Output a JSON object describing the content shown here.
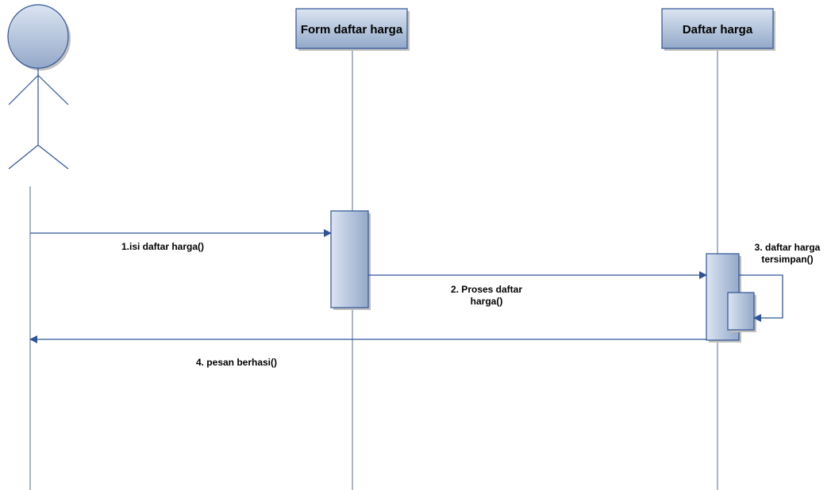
{
  "colors": {
    "line": "#2f5496",
    "lifeline": "#7f8fa9",
    "fill_top": "#dbe4f1",
    "fill_bottom": "#93a9c9",
    "shadow": "#bfbfbf"
  },
  "participants": [
    {
      "id": "actor",
      "kind": "actor",
      "label": ""
    },
    {
      "id": "form",
      "kind": "object",
      "label": "Form daftar harga"
    },
    {
      "id": "daftar",
      "kind": "object",
      "label": "Daftar harga"
    }
  ],
  "messages": [
    {
      "id": "m1",
      "from": "actor",
      "to": "form",
      "type": "sync",
      "lines": [
        "1.isi daftar harga()"
      ]
    },
    {
      "id": "m2",
      "from": "form",
      "to": "daftar",
      "type": "sync",
      "lines": [
        "2. Proses daftar",
        "harga()"
      ]
    },
    {
      "id": "m3",
      "from": "daftar",
      "to": "daftar",
      "type": "self",
      "lines": [
        "3. daftar harga",
        "tersimpan()"
      ]
    },
    {
      "id": "m4",
      "from": "daftar",
      "to": "actor",
      "type": "return",
      "lines": [
        "4. pesan berhasi()"
      ]
    }
  ]
}
